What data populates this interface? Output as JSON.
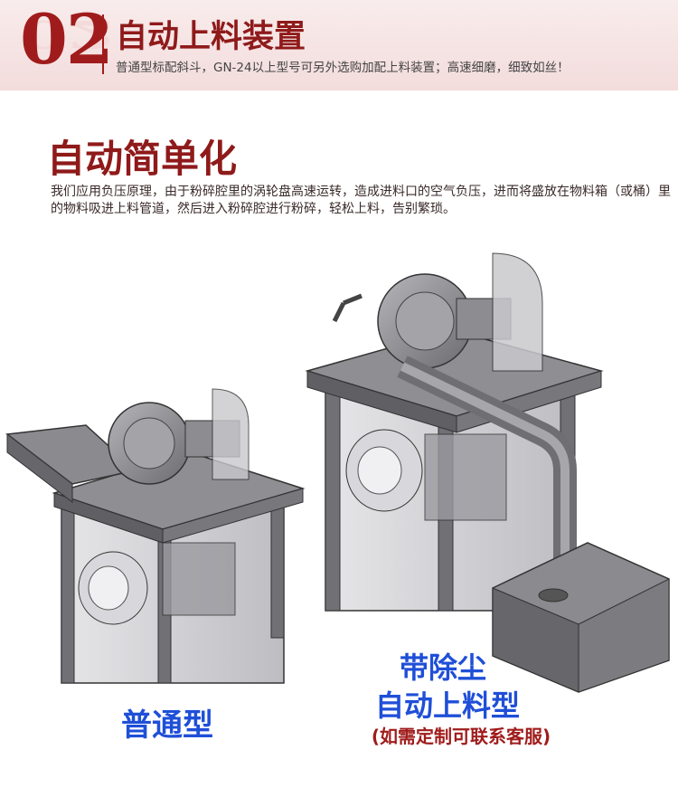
{
  "banner": {
    "number": "02",
    "title": "自动上料装置",
    "subtitle": "普通型标配斜斗，GN-24以上型号可另外选购加配上料装置；高速细磨，细致如丝！"
  },
  "section": {
    "title": "自动简单化",
    "description": "我们应用负压原理，由于粉碎腔里的涡轮盘高速运转，造成进料口的空气负压，进而将盛放在物料箱（或桶）里的物料吸进上料管道，然后进入粉碎腔进行粉碎，轻松上料，告别繁琐。"
  },
  "labels": {
    "normal": "普通型",
    "dust_line1": "带除尘",
    "dust_line2": "自动上料型",
    "custom_note": "(如需定制可联系客服)"
  },
  "colors": {
    "accent": "#8f1a1a",
    "label_blue": "#1f4fd8",
    "machine_gray": "#7c7c80"
  }
}
